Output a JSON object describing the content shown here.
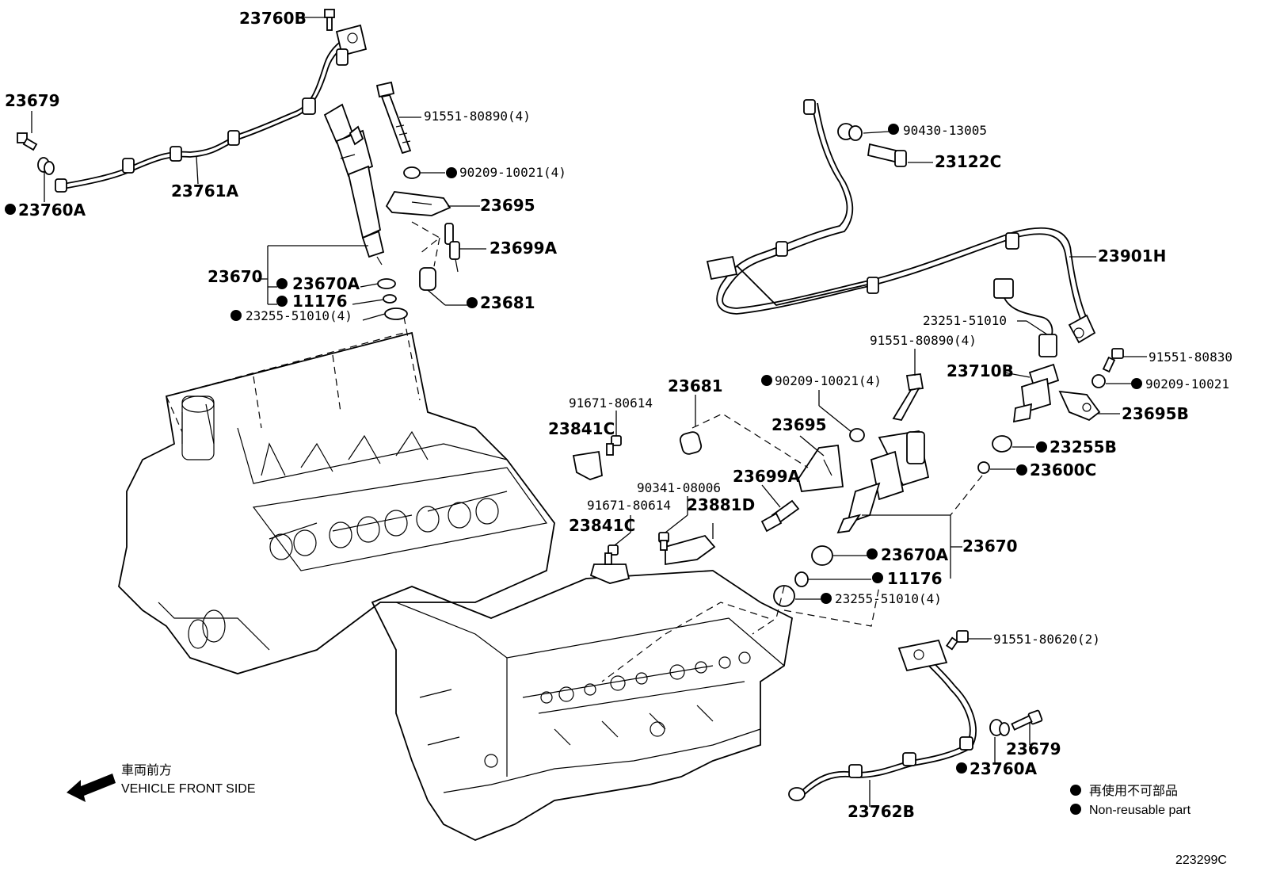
{
  "labels": {
    "l_23760B_top": "23760B",
    "l_23679_left": "23679",
    "l_23760A_left": "23760A",
    "l_23761A": "23761A",
    "l_91551_80890_top": "91551-80890(4)",
    "l_90209_10021_top": "90209-10021(4)",
    "l_23695_top": "23695",
    "l_23699A_top": "23699A",
    "l_23670_top": "23670",
    "l_23670A_top": "23670A",
    "l_11176_top": "11176",
    "l_23255_top": "23255-51010(4)",
    "l_23681_top": "23681",
    "l_90430_13005": "90430-13005",
    "l_23122C": "23122C",
    "l_23901H": "23901H",
    "l_23251_51010": "23251-51010",
    "l_91551_80890_right": "91551-80890(4)",
    "l_91551_80830": "91551-80830",
    "l_23710B": "23710B",
    "l_90209_10021_right": "90209-10021",
    "l_90209_10021_mid": "90209-10021(4)",
    "l_23695B": "23695B",
    "l_23681_mid": "23681",
    "l_91671_80614_a": "91671-80614",
    "l_23841C_a": "23841C",
    "l_23695_mid": "23695",
    "l_23255B": "23255B",
    "l_23600C": "23600C",
    "l_90341_08006": "90341-08006",
    "l_23699A_mid": "23699A",
    "l_91671_80614_b": "91671-80614",
    "l_23881D": "23881D",
    "l_23841C_b": "23841C",
    "l_23670_right": "23670",
    "l_23670A_mid": "23670A",
    "l_11176_mid": "11176",
    "l_23255_mid": "23255-51010(4)",
    "l_91551_80620": "91551-80620(2)",
    "l_23679_right": "23679",
    "l_23760A_right": "23760A",
    "l_23762B": "23762B",
    "l_vehicle_jp": "車両前方",
    "l_vehicle_en": "VEHICLE FRONT SIDE",
    "l_legend_jp": "再使用不可部品",
    "l_legend_en": "Non-reusable part",
    "l_figure_id": "223299C"
  }
}
